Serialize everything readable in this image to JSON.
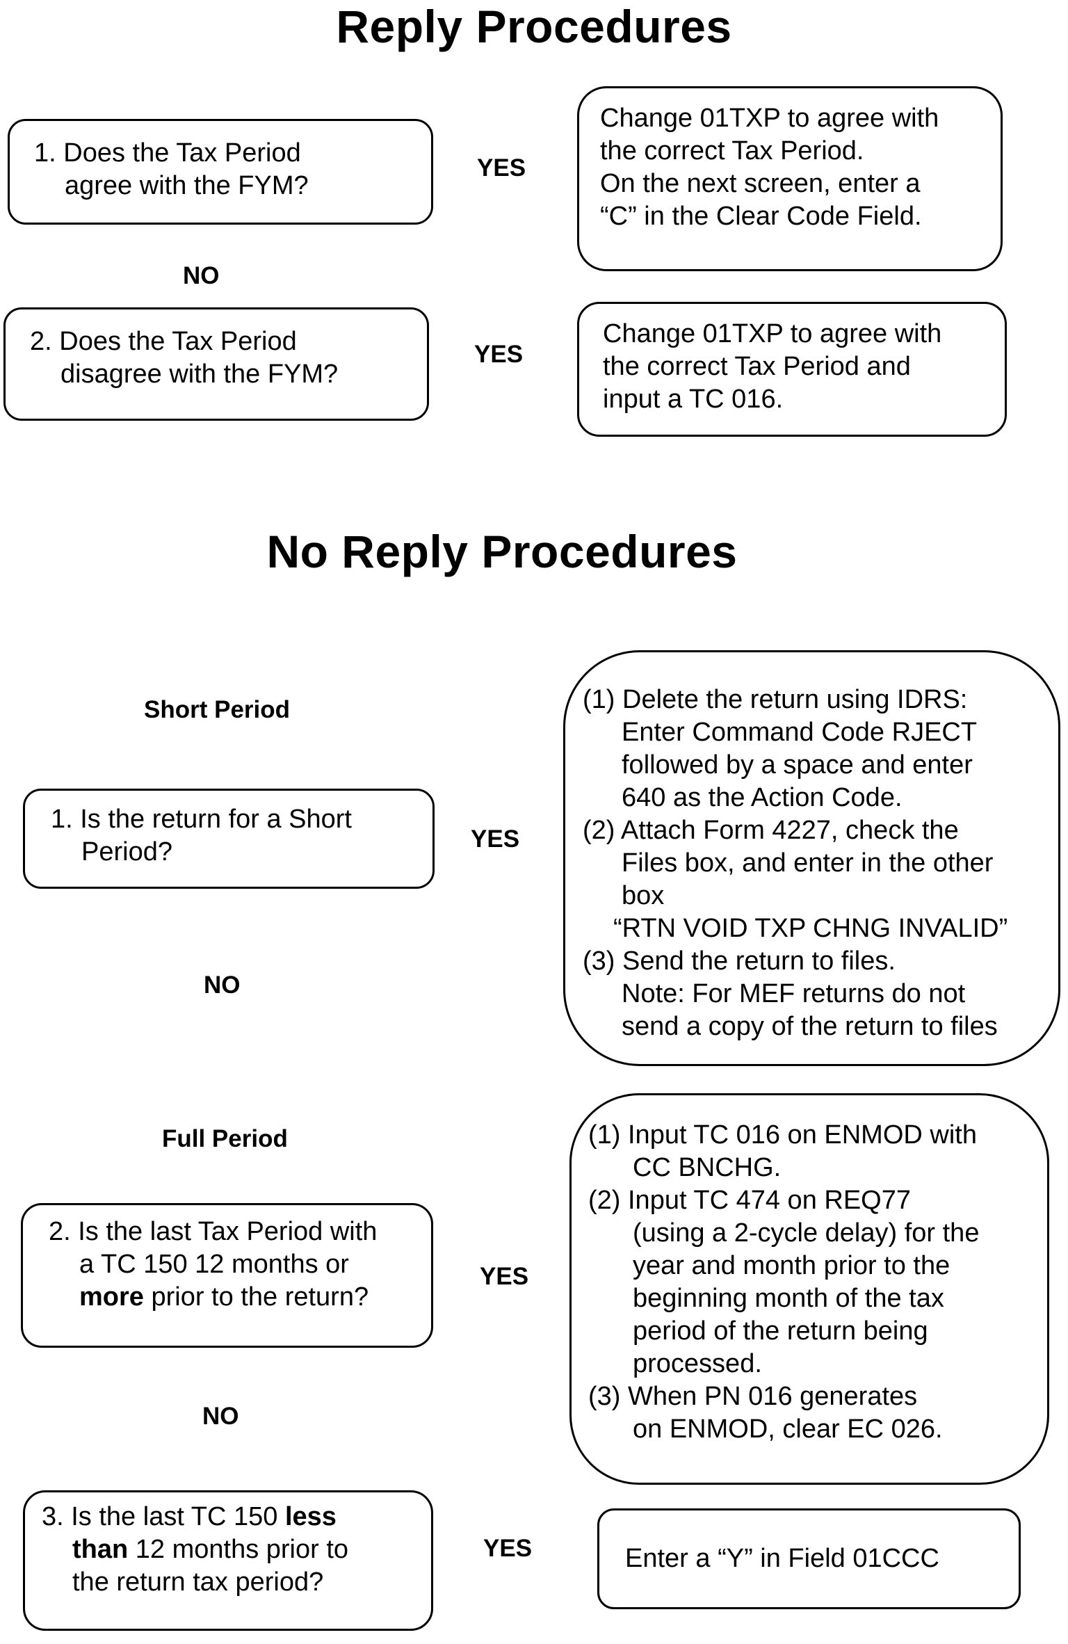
{
  "titles": {
    "reply": "Reply Procedures",
    "no_reply": "No Reply Procedures"
  },
  "labels": {
    "yes": "YES",
    "no": "NO"
  },
  "reply": {
    "q1": {
      "lines": [
        "1. Does the Tax Period",
        "agree with the FYM?"
      ]
    },
    "a1": {
      "lines": [
        "Change 01TXP to agree with",
        "the correct Tax Period.",
        "On the next screen, enter a",
        "“C” in the Clear Code Field."
      ]
    },
    "q2": {
      "lines": [
        "2. Does the Tax Period",
        "disagree with the FYM?"
      ]
    },
    "a2": {
      "lines": [
        "Change 01TXP to agree with",
        "the correct Tax Period and",
        "input a TC 016."
      ]
    }
  },
  "no_reply": {
    "short_period_heading": "Short Period",
    "q1": {
      "lines": [
        "1. Is the return for a Short",
        "Period?"
      ]
    },
    "a1": {
      "lines": [
        "(1) Delete the return using IDRS:",
        "Enter Command Code RJECT",
        "followed by a space and enter",
        "640 as the Action Code.",
        "(2) Attach Form 4227, check the",
        "Files box, and enter in the other",
        "box",
        "“RTN VOID TXP CHNG INVALID”",
        "(3) Send the return to files.",
        "Note: For MEF returns do not",
        "send a copy of the return to files"
      ]
    },
    "full_period_heading": "Full Period",
    "q2": {
      "line1": "2. Is the last Tax Period with",
      "line2": "a TC 150 12 months or",
      "line3_bold": "more",
      "line3_rest": " prior to the return?"
    },
    "a2": {
      "lines": [
        "(1)  Input TC 016 on ENMOD with",
        "CC BNCHG.",
        "(2)  Input TC 474 on REQ77",
        "(using a 2-cycle delay) for the",
        "year and month prior to the",
        "beginning month of the tax",
        "period of the return being",
        "processed.",
        "(3)  When PN 016 generates",
        "on ENMOD, clear EC 026."
      ]
    },
    "q3": {
      "line1_pre": "3. Is the last TC 150 ",
      "line1_bold": "less",
      "line2_bold": "than",
      "line2_rest": " 12 months prior to",
      "line3": "the return tax period?"
    },
    "a3": {
      "lines": [
        "Enter a “Y” in Field 01CCC"
      ]
    }
  }
}
